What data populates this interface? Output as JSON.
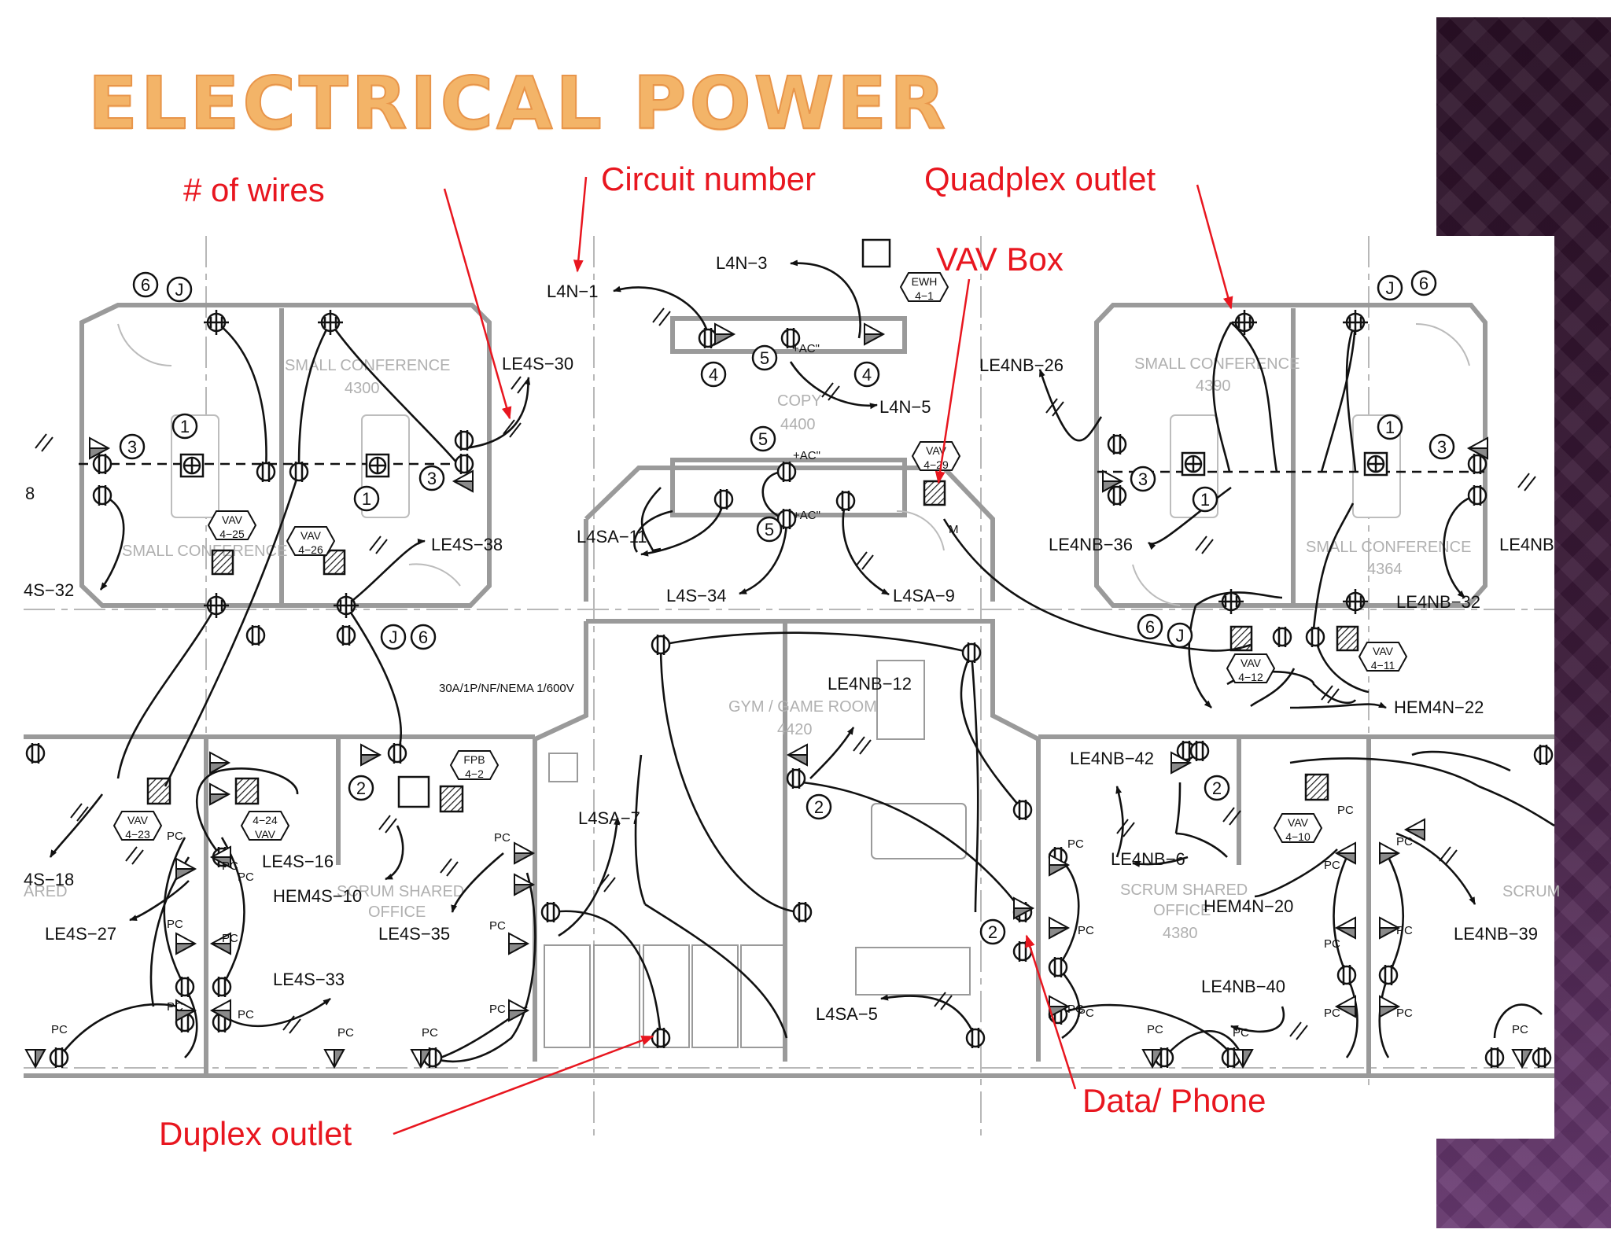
{
  "title": "ELECTRICAL POWER",
  "callouts": {
    "wires": "# of wires",
    "circuit": "Circuit number",
    "quadplex": "Quadplex outlet",
    "vav": "VAV Box",
    "duplex": "Duplex outlet",
    "data_phone": "Data/ Phone"
  },
  "colors": {
    "annotation": "#e8161f",
    "title": "#f3b468",
    "lines": "#222222",
    "walls": "#9a9a9a"
  },
  "rooms": {
    "small_conference_1": "SMALL CONFERENCE",
    "small_conference_1_num": "4300",
    "small_conference_2": "SMALL CONFERENCE",
    "small_conference_2_num": "4390",
    "small_conference_3": "SMALL CONFERENCE",
    "small_conference_3_num": "4364",
    "small_conference_4": "SMALL CONFERENCE",
    "copy": "COPY",
    "copy_num": "4400",
    "gym": "GYM / GAME ROOM",
    "gym_num": "4420",
    "scrum_left": "SCRUM SHARED",
    "scrum_left_2": "OFFICE",
    "scrum_right": "SCRUM SHARED",
    "scrum_right_2": "OFFICE",
    "scrum_right_num": "4380",
    "scrum_far_right": "SCRUM",
    "shared_left": "ARED"
  },
  "circuits": {
    "l4n_1": "L4N−1",
    "l4n_3": "L4N−3",
    "l4n_5": "L4N−5",
    "le4s_30": "LE4S−30",
    "le4nb_26": "LE4NB−26",
    "le4s_38": "LE4S−38",
    "l4sa_11": "L4SA−11",
    "l4s_34": "L4S−34",
    "l4sa_9": "L4SA−9",
    "le4nb_36": "LE4NB−36",
    "le4nb_32": "LE4NB−32",
    "le4nb_cut": "LE4NB",
    "le4s_32_cut": "4S−32",
    "cut_8": "8",
    "le4nb_12": "LE4NB−12",
    "hem4n_22": "HEM4N−22",
    "le4nb_42": "LE4NB−42",
    "le4s_16": "LE4S−16",
    "hem4s_10": "HEM4S−10",
    "l4sa_7": "L4SA−7",
    "le4s_18_cut": "4S−18",
    "le4s_27": "LE4S−27",
    "le4s_35": "LE4S−35",
    "le4s_33": "LE4S−33",
    "l4sa_5": "L4SA−5",
    "le4nb_6": "LE4NB−6",
    "hem4n_20": "HEM4N−20",
    "le4nb_39": "LE4NB−39",
    "le4nb_40": "LE4NB−40",
    "feeder_spec": "30A/1P/NF/NEMA 1/600V",
    "ac": "+AC\"",
    "ewh": "EWH",
    "ewh_num": "4−1",
    "fpb": "FPB",
    "fpb_num": "4−2",
    "vav": "VAV",
    "vav_4_25": "4−25",
    "vav_4_26": "4−26",
    "vav_4_29": "4−29",
    "vav_4_12": "4−12",
    "vav_4_11": "4−11",
    "vav_4_23": "4−23",
    "vav_4_24": "4−24",
    "vav_4_10": "4−10",
    "pc": "PC",
    "j": "J",
    "m": "M",
    "n1": "1",
    "n2": "2",
    "n3": "3",
    "n4": "4",
    "n5": "5",
    "n6": "6"
  }
}
